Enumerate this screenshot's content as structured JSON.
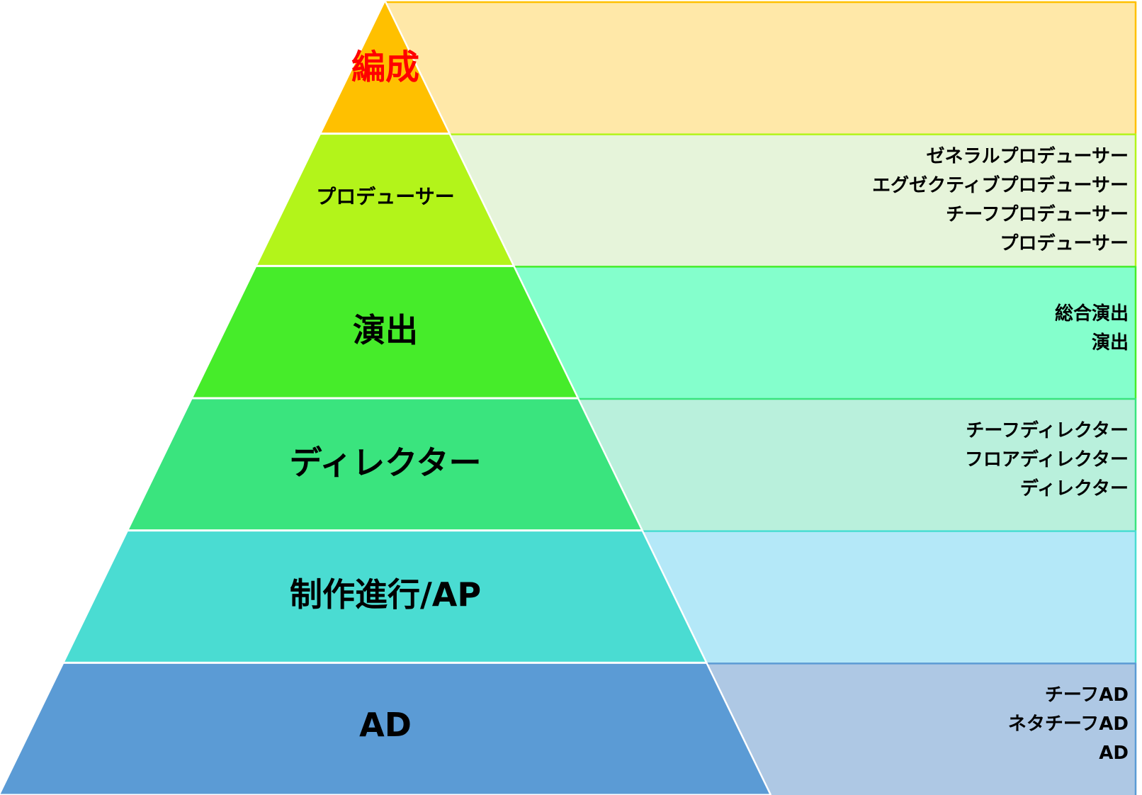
{
  "diagram": {
    "type": "pyramid-hierarchy",
    "levels": [
      {
        "id": "hensei",
        "label": "編成",
        "label_color": "#ff0000",
        "label_size": 48,
        "fill": "#ffc000",
        "panel_fill": "#ffe8a8",
        "panel_border": "#ffc000",
        "titles": []
      },
      {
        "id": "producer",
        "label": "プロデューサー",
        "label_color": "#000000",
        "label_size": 28,
        "fill": "#b3f41a",
        "panel_fill": "#e6f4da",
        "panel_border": "#b3f41a",
        "titles": [
          "ゼネラルプロデューサー",
          "エグゼクティブプロデューサー",
          "チーフプロデューサー",
          "プロデューサー"
        ]
      },
      {
        "id": "enshutsu",
        "label": "演出",
        "label_color": "#000000",
        "label_size": 46,
        "fill": "#46ec2a",
        "panel_fill": "#84ffcc",
        "panel_border": "#46ec2a",
        "titles": [
          "総合演出",
          "演出"
        ]
      },
      {
        "id": "director",
        "label": "ディレクター",
        "label_color": "#000000",
        "label_size": 46,
        "fill": "#3ae47e",
        "panel_fill": "#b9f0dc",
        "panel_border": "#3ae47e",
        "titles": [
          "チーフディレクター",
          "フロアディレクター",
          "ディレクター"
        ]
      },
      {
        "id": "ap",
        "label": "制作進行/AP",
        "label_color": "#000000",
        "label_size": 46,
        "fill": "#4adcd2",
        "panel_fill": "#b4e8f8",
        "panel_border": "#4adcd2",
        "titles": []
      },
      {
        "id": "ad",
        "label": "AD",
        "label_color": "#000000",
        "label_size": 46,
        "fill": "#5b9bd5",
        "panel_fill": "#aec8e4",
        "panel_border": "#5b9bd5",
        "titles": [
          "チーフAD",
          "ネタチーフAD",
          "AD"
        ]
      }
    ]
  }
}
